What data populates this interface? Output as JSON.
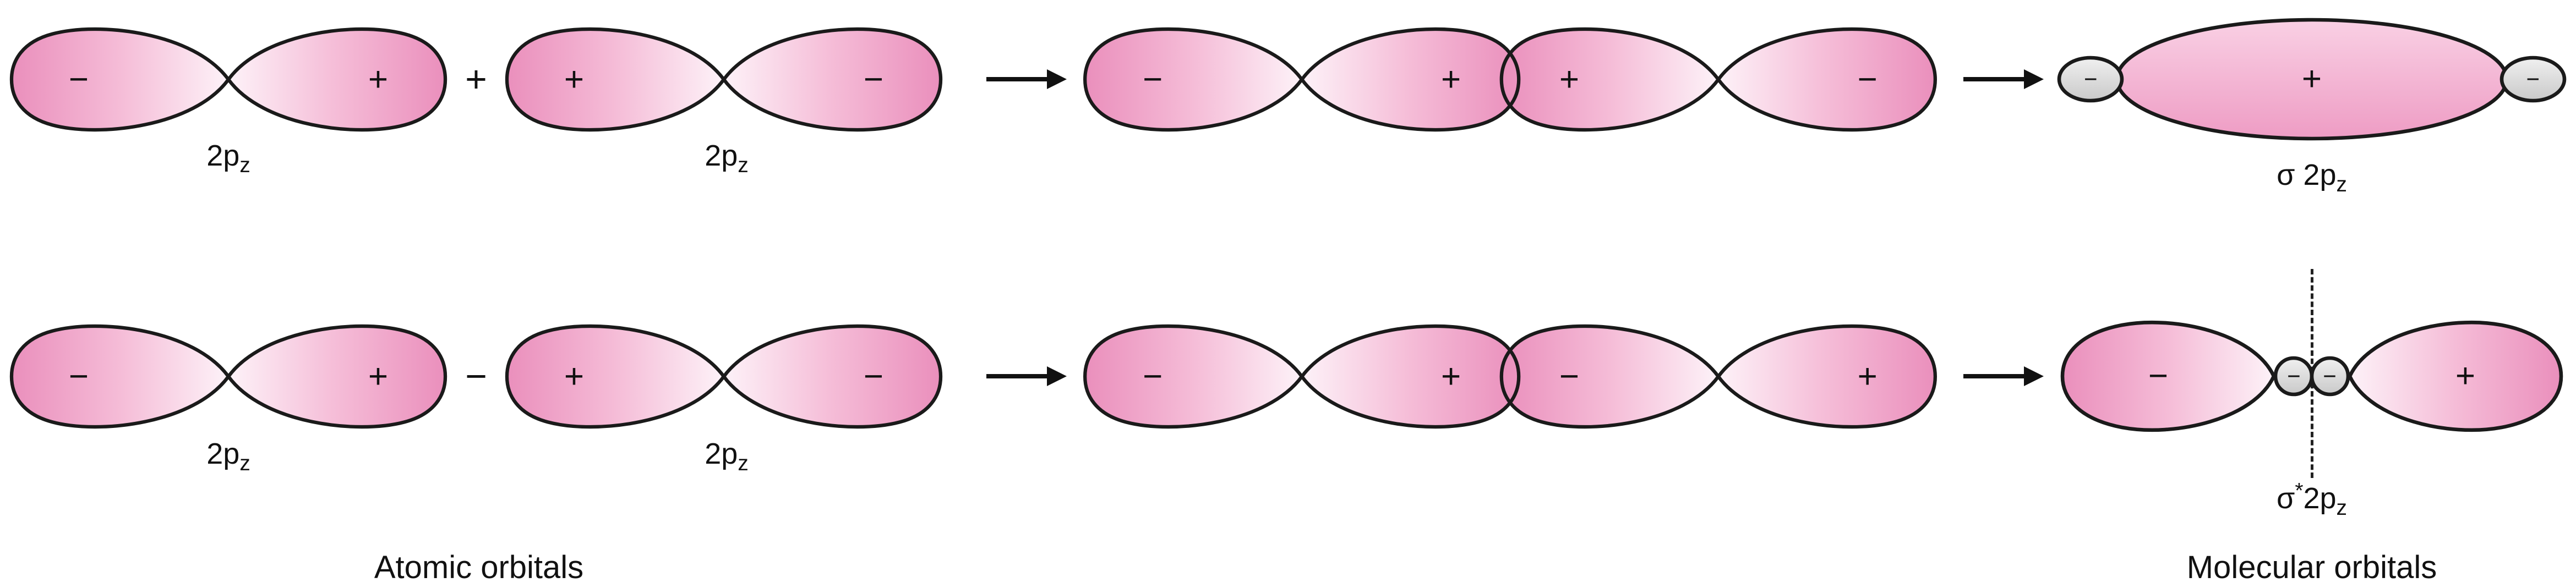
{
  "colors": {
    "lobe_pink_dark": "#ea8fbc",
    "lobe_pink_light": "#fdf2f8",
    "lobe_gray": "#d9d9d9",
    "outline": "#1a1a1a"
  },
  "rows": [
    {
      "id": "bonding",
      "left_orbital": {
        "signs": [
          "−",
          "+"
        ],
        "label_main": "2p",
        "label_sub": "z"
      },
      "operator": "+",
      "right_orbital": {
        "signs": [
          "+",
          "−"
        ],
        "label_main": "2p",
        "label_sub": "z"
      },
      "overlap_signs": [
        "−",
        "+",
        "+",
        "−"
      ],
      "result": {
        "signs": [
          "−",
          "+",
          "−"
        ],
        "label_prefix": "σ ",
        "label_sup": "",
        "label_main": "2p",
        "label_sub": "z"
      }
    },
    {
      "id": "antibonding",
      "left_orbital": {
        "signs": [
          "−",
          "+"
        ],
        "label_main": "2p",
        "label_sub": "z"
      },
      "operator": "−",
      "right_orbital": {
        "signs": [
          "+",
          "−"
        ],
        "label_main": "2p",
        "label_sub": "z"
      },
      "overlap_signs": [
        "−",
        "+",
        "−",
        "+"
      ],
      "result": {
        "signs": [
          "−",
          "−",
          "−",
          "+"
        ],
        "label_prefix": "σ",
        "label_sup": "*",
        "label_main": "2p",
        "label_sub": "z"
      }
    }
  ],
  "captions": {
    "atomic": "Atomic orbitals",
    "molecular": "Molecular orbitals"
  }
}
